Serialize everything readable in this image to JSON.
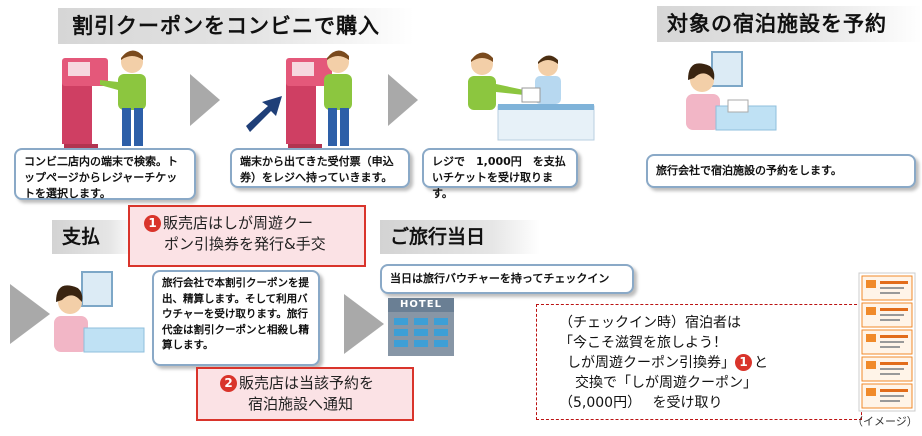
{
  "steps": {
    "buy_title": "割引クーポンをコンビニで購入",
    "reserve_title": "対象の宿泊施設を予約",
    "pay_title": "支払",
    "trip_title": "ご旅行当日"
  },
  "captions": {
    "c1": "コンビ二店内の端末で検索。トップページからレジャーチケットを選択します。",
    "c2": "端末から出てきた受付票（申込券）をレジへ持っていきます。",
    "c3": "レジで　1,000円　を支払いチケットを受け取ります。",
    "c4": "旅行会社で宿泊施設の予約をします。",
    "c5": "旅行会社で本割引クーポンを提出、精算します。そして利用バウチャーを受け取ります。旅行代金は割引クーポンと相殺し精算します。",
    "c6": "当日は旅行バウチャーを持ってチェックイン"
  },
  "notes": {
    "n1_num": "1",
    "n1_line1": "販売店はしが周遊クー",
    "n1_line2": "ポン引換券を発行&手交",
    "n2_num": "2",
    "n2_line1": "販売店は当該予約を",
    "n2_line2": "宿泊施設へ通知"
  },
  "checkin": {
    "line1": "（チェックイン時）宿泊者は",
    "line2": "「今こそ滋賀を旅しよう！",
    "line3a": "しが周遊クーポン引換券」",
    "num": "1",
    "line3b": "と",
    "line4": "交換で「しが周遊クーポン」",
    "line5": "（5,000円）　 を受け取り"
  },
  "hotel_sign": "HOTEL",
  "image_caption": "（イメージ）",
  "colors": {
    "red": "#d9342b",
    "pink": "#fbe2e5",
    "arrow": "#a9a9a9",
    "kiosk": "#e2506e",
    "shirt": "#8cc63f"
  }
}
